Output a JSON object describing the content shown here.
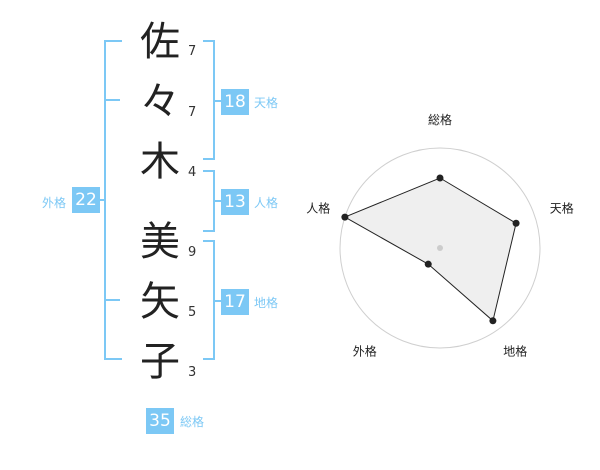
{
  "name": {
    "chars": [
      {
        "char": "佐",
        "strokes": "7"
      },
      {
        "char": "々",
        "strokes": "7"
      },
      {
        "char": "木",
        "strokes": "4"
      },
      {
        "char": "美",
        "strokes": "9"
      },
      {
        "char": "矢",
        "strokes": "5"
      },
      {
        "char": "子",
        "strokes": "3"
      }
    ]
  },
  "scores": {
    "tenkaku": {
      "value": "18",
      "label": "天格"
    },
    "jinkaku": {
      "value": "13",
      "label": "人格"
    },
    "chikaku": {
      "value": "17",
      "label": "地格"
    },
    "gaikaku": {
      "value": "22",
      "label": "外格"
    },
    "soukaku": {
      "value": "35",
      "label": "総格"
    }
  },
  "colors": {
    "accent": "#7cc8f5",
    "text": "#222222"
  },
  "chart_data": {
    "type": "radar",
    "axes": [
      "総格",
      "天格",
      "地格",
      "外格",
      "人格"
    ],
    "values": [
      0.7,
      0.8,
      0.9,
      0.2,
      1.0
    ],
    "rings": 5,
    "max": 1
  }
}
